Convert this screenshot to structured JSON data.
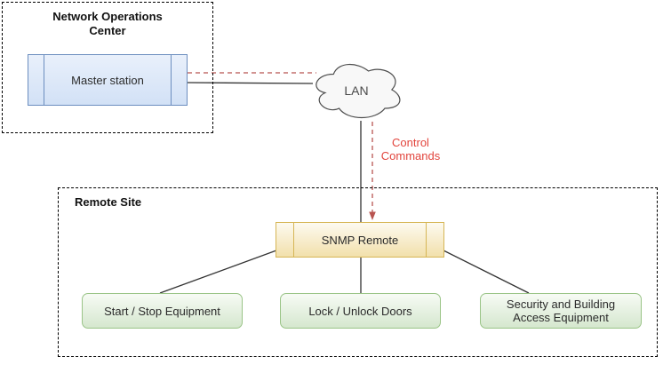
{
  "noc": {
    "title": "Network Operations Center",
    "nodes": [
      {
        "label": "Master station"
      }
    ]
  },
  "network": {
    "cloud_label": "LAN",
    "flow_label": "Control Commands"
  },
  "remote_site": {
    "title": "Remote Site",
    "controller": {
      "label": "SNMP Remote"
    },
    "devices": [
      {
        "label": "Start / Stop Equipment"
      },
      {
        "label": "Lock / Unlock Doors"
      },
      {
        "label": "Security and Building Access Equipment"
      }
    ]
  },
  "colors": {
    "connector_black": "#333333",
    "control_flow_red": "#b85450",
    "control_text_red": "#e2453d",
    "blue_node_border": "#6c8ebf",
    "yellow_node_border": "#d6b656",
    "green_node_border": "#9ac487",
    "cloud_border": "#4d4d4d"
  }
}
